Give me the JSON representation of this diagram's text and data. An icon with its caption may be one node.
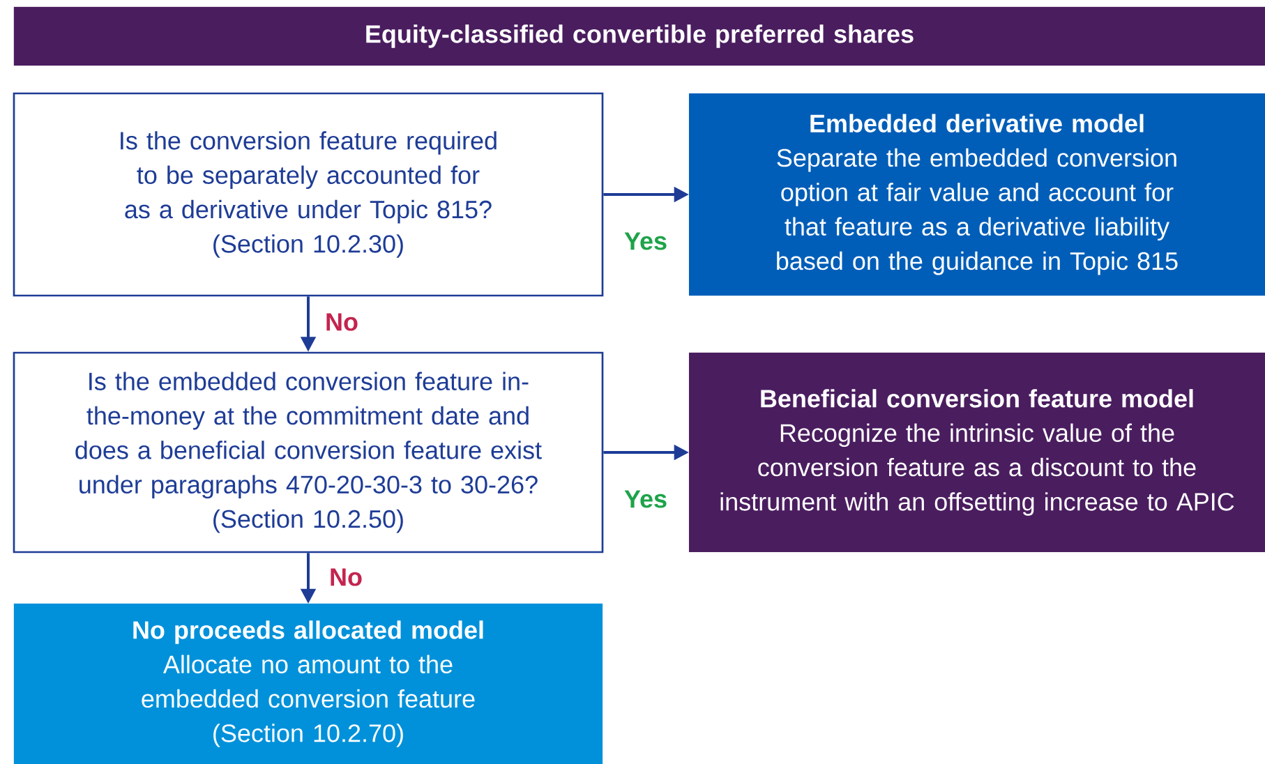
{
  "diagram": {
    "nodes": [
      {
        "text": [
          "Equity-classified convertible preferred shares"
        ]
      },
      {
        "text": [
          "Is the conversion feature required to be separately accounted for as a derivative under Topic 815?",
          "(Section 10.2.30)"
        ]
      },
      {
        "text": [
          "Embedded derivative model",
          "Separate the embedded conversion option at fair value and account for that feature as a derivative liability based on the guidance in Topic 815"
        ]
      },
      {
        "text": [
          "Is the embedded conversion feature in-the-money at the commitment date and does a beneficial conversion feature exist under paragraphs 470-20-30-3 to 30-26?",
          "(Section 10.2.50)"
        ]
      },
      {
        "text": [
          "Beneficial conversion feature model",
          "Recognize the intrinsic value of the conversion feature as a discount to the instrument with an offsetting increase to APIC"
        ]
      },
      {
        "text": [
          "No proceeds allocated model",
          "Allocate no amount to the embedded conversion feature",
          "(Section 10.2.70)"
        ]
      }
    ],
    "edges": [
      {
        "from": 1,
        "to": 2,
        "arrow": "to",
        "label": "Yes"
      },
      {
        "from": 1,
        "to": 3,
        "arrow": "to",
        "label": "No"
      },
      {
        "from": 3,
        "to": 4,
        "arrow": "to",
        "label": "Yes"
      },
      {
        "from": 3,
        "to": 5,
        "arrow": "to",
        "label": "No"
      }
    ]
  }
}
